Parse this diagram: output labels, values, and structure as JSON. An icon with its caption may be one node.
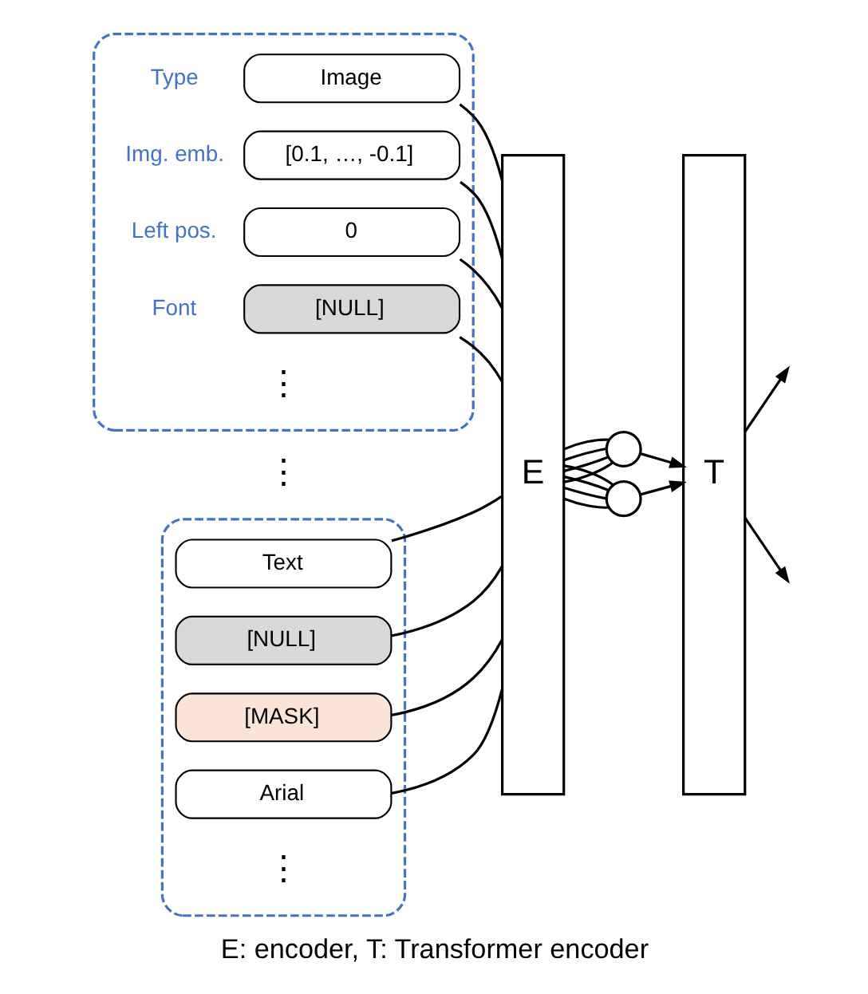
{
  "diagram": {
    "caption": "E: encoder, T: Transformer encoder",
    "nodes": [
      {
        "text": [],
        "shape": "box"
      },
      {
        "text": [
          "Image"
        ],
        "in": 0,
        "beside": [
          "Type"
        ]
      },
      {
        "text": [
          "[0.1, …, -0.1]"
        ],
        "in": 0,
        "beside": [
          "Img. emb."
        ]
      },
      {
        "text": [
          "0"
        ],
        "in": 0,
        "beside": [
          "Left pos."
        ]
      },
      {
        "text": [
          "[NULL]"
        ],
        "in": 0,
        "beside": [
          "Font"
        ]
      },
      {
        "text": [],
        "shape": "box"
      },
      {
        "text": [
          "Text"
        ],
        "in": 5
      },
      {
        "text": [
          "[NULL]"
        ],
        "in": 5
      },
      {
        "text": [
          "[MASK]"
        ],
        "in": 5
      },
      {
        "text": [
          "Arial"
        ],
        "in": 5
      },
      {
        "text": [
          "E"
        ]
      },
      {
        "text": [
          "T"
        ]
      },
      {
        "text": [],
        "shape": "circle"
      },
      {
        "text": [],
        "shape": "circle"
      }
    ],
    "edges": [
      {
        "from": 1,
        "to": 10,
        "arrow": "none"
      },
      {
        "from": 2,
        "to": 10,
        "arrow": "none"
      },
      {
        "from": 3,
        "to": 10,
        "arrow": "none"
      },
      {
        "from": 4,
        "to": 10,
        "arrow": "none"
      },
      {
        "from": 6,
        "to": 10,
        "arrow": "none"
      },
      {
        "from": 7,
        "to": 10,
        "arrow": "none"
      },
      {
        "from": 8,
        "to": 10,
        "arrow": "none"
      },
      {
        "from": 9,
        "to": 10,
        "arrow": "none"
      },
      {
        "from": 10,
        "to": 12,
        "arrow": "none"
      },
      {
        "from": 10,
        "to": 12,
        "arrow": "none"
      },
      {
        "from": 10,
        "to": 12,
        "arrow": "none"
      },
      {
        "from": 10,
        "to": 12,
        "arrow": "none"
      },
      {
        "from": 10,
        "to": 13,
        "arrow": "none"
      },
      {
        "from": 10,
        "to": 13,
        "arrow": "none"
      },
      {
        "from": 10,
        "to": 13,
        "arrow": "none"
      },
      {
        "from": 10,
        "to": 13,
        "arrow": "none"
      },
      {
        "from": 12,
        "to": 11,
        "arrow": "to"
      },
      {
        "from": 13,
        "to": 11,
        "arrow": "to"
      },
      {
        "from": 11,
        "to": null,
        "arrow": "to"
      },
      {
        "from": 11,
        "to": null,
        "arrow": "to"
      }
    ],
    "labels": [
      "⋮",
      "⋮",
      "⋮"
    ]
  }
}
